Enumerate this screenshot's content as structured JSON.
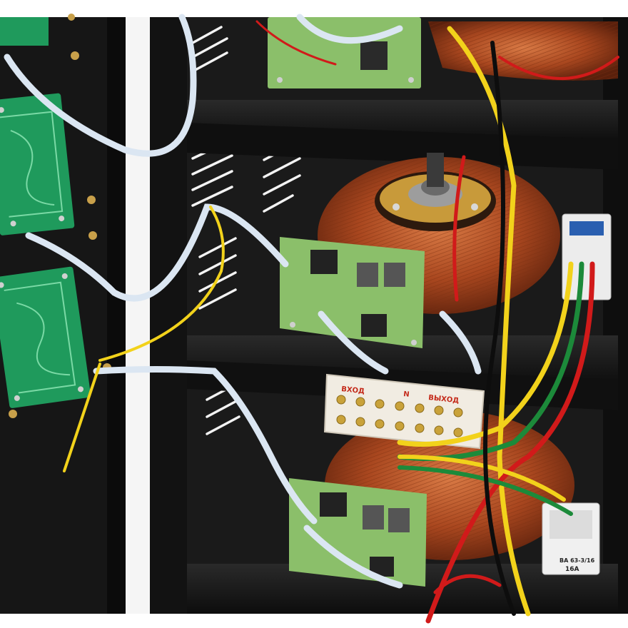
{
  "terminal_block": {
    "input_label": "ВХОД",
    "neutral_label": "N",
    "output_label": "ВЫХОД"
  },
  "breaker": {
    "model": "BA 63-3/16",
    "rating": "16A"
  },
  "colors": {
    "cabinet": "#141414",
    "pcb_green": "#1f9a5c",
    "pcb_olive": "#8bbf6a",
    "copper": "#b5562a",
    "terminal_block": "#f1ece2",
    "wire_yellow": "#f2d21b",
    "wire_red": "#d11a1a",
    "wire_green": "#1c8a3a",
    "ribbon": "#dbe6f2"
  }
}
